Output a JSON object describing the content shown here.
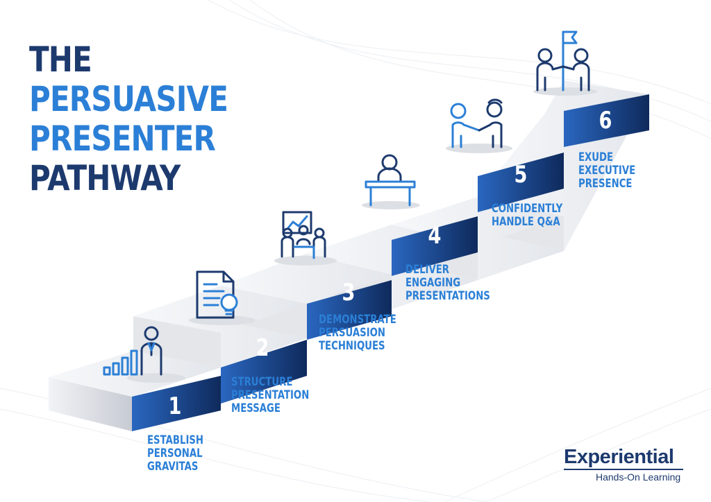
{
  "title": {
    "line1": "THE",
    "line2": "PERSUASIVE",
    "line3": "PRESENTER",
    "line4": "PATHWAY"
  },
  "steps": [
    {
      "number": "1",
      "lines": [
        "ESTABLISH",
        "PERSONAL",
        "GRAVITAS"
      ],
      "icon": "leader-growth-icon"
    },
    {
      "number": "2",
      "lines": [
        "STRUCTURE",
        "PRESENTATION",
        "MESSAGE"
      ],
      "icon": "document-idea-icon"
    },
    {
      "number": "3",
      "lines": [
        "DEMONSTRATE",
        "PERSUASION",
        "TECHNIQUES"
      ],
      "icon": "meeting-icon"
    },
    {
      "number": "4",
      "lines": [
        "DELIVER",
        "ENGAGING",
        "PRESENTATIONS"
      ],
      "icon": "podium-speaker-icon"
    },
    {
      "number": "5",
      "lines": [
        "CONFIDENTLY",
        "HANDLE Q&A"
      ],
      "icon": "handshake-icon"
    },
    {
      "number": "6",
      "lines": [
        "EXUDE",
        "EXECUTIVE",
        "PRESENCE"
      ],
      "icon": "team-flag-icon"
    }
  ],
  "logo": {
    "name": "Experiential",
    "tagline": "Hands-On Learning"
  },
  "colors": {
    "dark_navy": "#1d3a6e",
    "accent_blue": "#2b7fd6",
    "step_front_light": "#2a67c0",
    "step_front_dark": "#0f2a5c",
    "step_top": "#eceef2"
  }
}
